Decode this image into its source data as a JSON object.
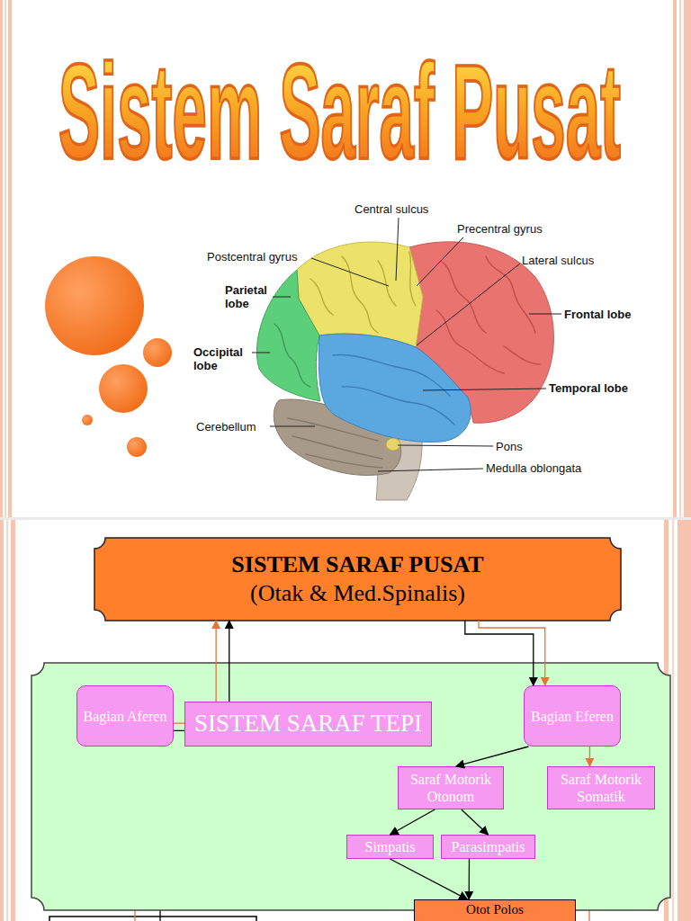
{
  "diagram": {
    "title": "Sistem Saraf Pusat",
    "nodes": [
      {
        "text": [
          "SISTEM SARAF PUSAT",
          "(Otak & Med.Spinalis)"
        ]
      },
      {
        "text": [
          "SISTEM SARAF TEPI"
        ]
      },
      {
        "text": [
          "Bagian Aferen"
        ],
        "in": 1
      },
      {
        "text": [
          "Bagian Eferen"
        ],
        "in": 1
      },
      {
        "text": [
          "Saraf Motorik Otonom"
        ],
        "in": 1
      },
      {
        "text": [
          "Saraf Motorik Somatik"
        ],
        "in": 1
      },
      {
        "text": [
          "Simpatis"
        ],
        "in": 1
      },
      {
        "text": [
          "Parasimpatis"
        ],
        "in": 1
      },
      {
        "text": [
          "Otot Polos"
        ]
      }
    ],
    "edges": [
      {
        "from": 2,
        "to": 0,
        "arrow": "to"
      },
      {
        "from": 2,
        "to": 0,
        "arrow": "to"
      },
      {
        "from": 0,
        "to": 3,
        "arrow": "to"
      },
      {
        "from": 0,
        "to": 3,
        "arrow": "to"
      },
      {
        "from": 3,
        "to": 4,
        "arrow": "to"
      },
      {
        "from": 3,
        "to": 5,
        "arrow": "to"
      },
      {
        "from": 4,
        "to": 6,
        "arrow": "to"
      },
      {
        "from": 4,
        "to": 7,
        "arrow": "to"
      },
      {
        "from": 6,
        "to": 8,
        "arrow": "to"
      },
      {
        "from": 7,
        "to": 8,
        "arrow": "to"
      }
    ],
    "labels": [
      "Central sulcus",
      "Precentral gyrus",
      "Postcentral gyrus",
      "Lateral sulcus",
      "Parietal lobe",
      "Frontal lobe",
      "Occipital lobe",
      "Temporal lobe",
      "Cerebellum",
      "Pons",
      "Medulla oblongata"
    ]
  }
}
